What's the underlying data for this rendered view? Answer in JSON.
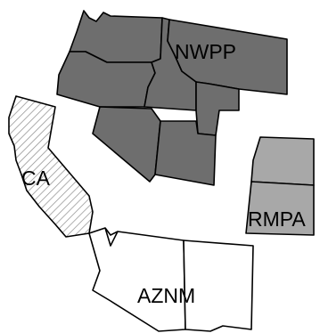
{
  "map": {
    "regions": [
      {
        "id": "nwpp",
        "label": "NWPP",
        "fill": "#6e6e6e"
      },
      {
        "id": "ca",
        "label": "CA",
        "fill": "hatched"
      },
      {
        "id": "rmpa",
        "label": "RMPA",
        "fill": "#a8a8a8"
      },
      {
        "id": "aznm",
        "label": "AZNM",
        "fill": "#ffffff"
      }
    ],
    "colors": {
      "outline": "#000000",
      "nwpp": "#6e6e6e",
      "rmpa": "#a8a8a8",
      "background": "#ffffff"
    }
  }
}
